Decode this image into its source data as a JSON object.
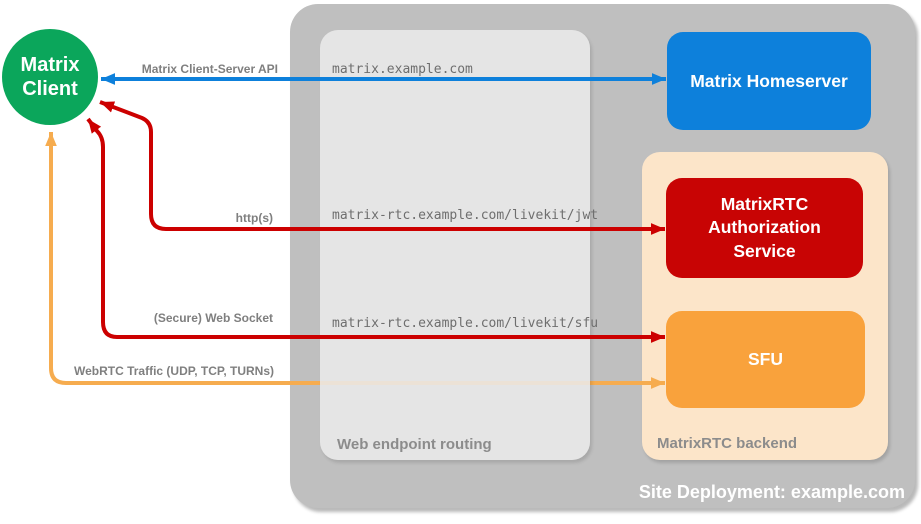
{
  "client": {
    "label": "Matrix Client"
  },
  "nodes": {
    "homeserver": {
      "label": "Matrix Homeserver",
      "color": "#0D80DB"
    },
    "auth_service": {
      "label": "MatrixRTC Authorization Service",
      "color": "#C80404"
    },
    "sfu": {
      "label": "SFU",
      "color": "#F9A23C"
    }
  },
  "containers": {
    "site": {
      "label": "Site Deployment: example.com",
      "color": "#BFBFBF"
    },
    "routing": {
      "label": "Web endpoint routing",
      "color": "#EAEAEA"
    },
    "backend": {
      "label": "MatrixRTC backend",
      "color": "#FCE5C9"
    }
  },
  "edges": [
    {
      "id": "client-server-api",
      "label": "Matrix Client-Server API",
      "endpoint": "matrix.example.com",
      "color": "#0D80DB"
    },
    {
      "id": "https",
      "label": "http(s)",
      "endpoint": "matrix-rtc.example.com/livekit/jwt",
      "color": "#CC0000"
    },
    {
      "id": "secure-web-socket",
      "label": "(Secure) Web Socket",
      "endpoint": "matrix-rtc.example.com/livekit/sfu",
      "color": "#CC0000"
    },
    {
      "id": "webrtc-traffic",
      "label": "WebRTC Traffic (UDP, TCP, TURNs)",
      "color": "#F6AC4F"
    }
  ]
}
